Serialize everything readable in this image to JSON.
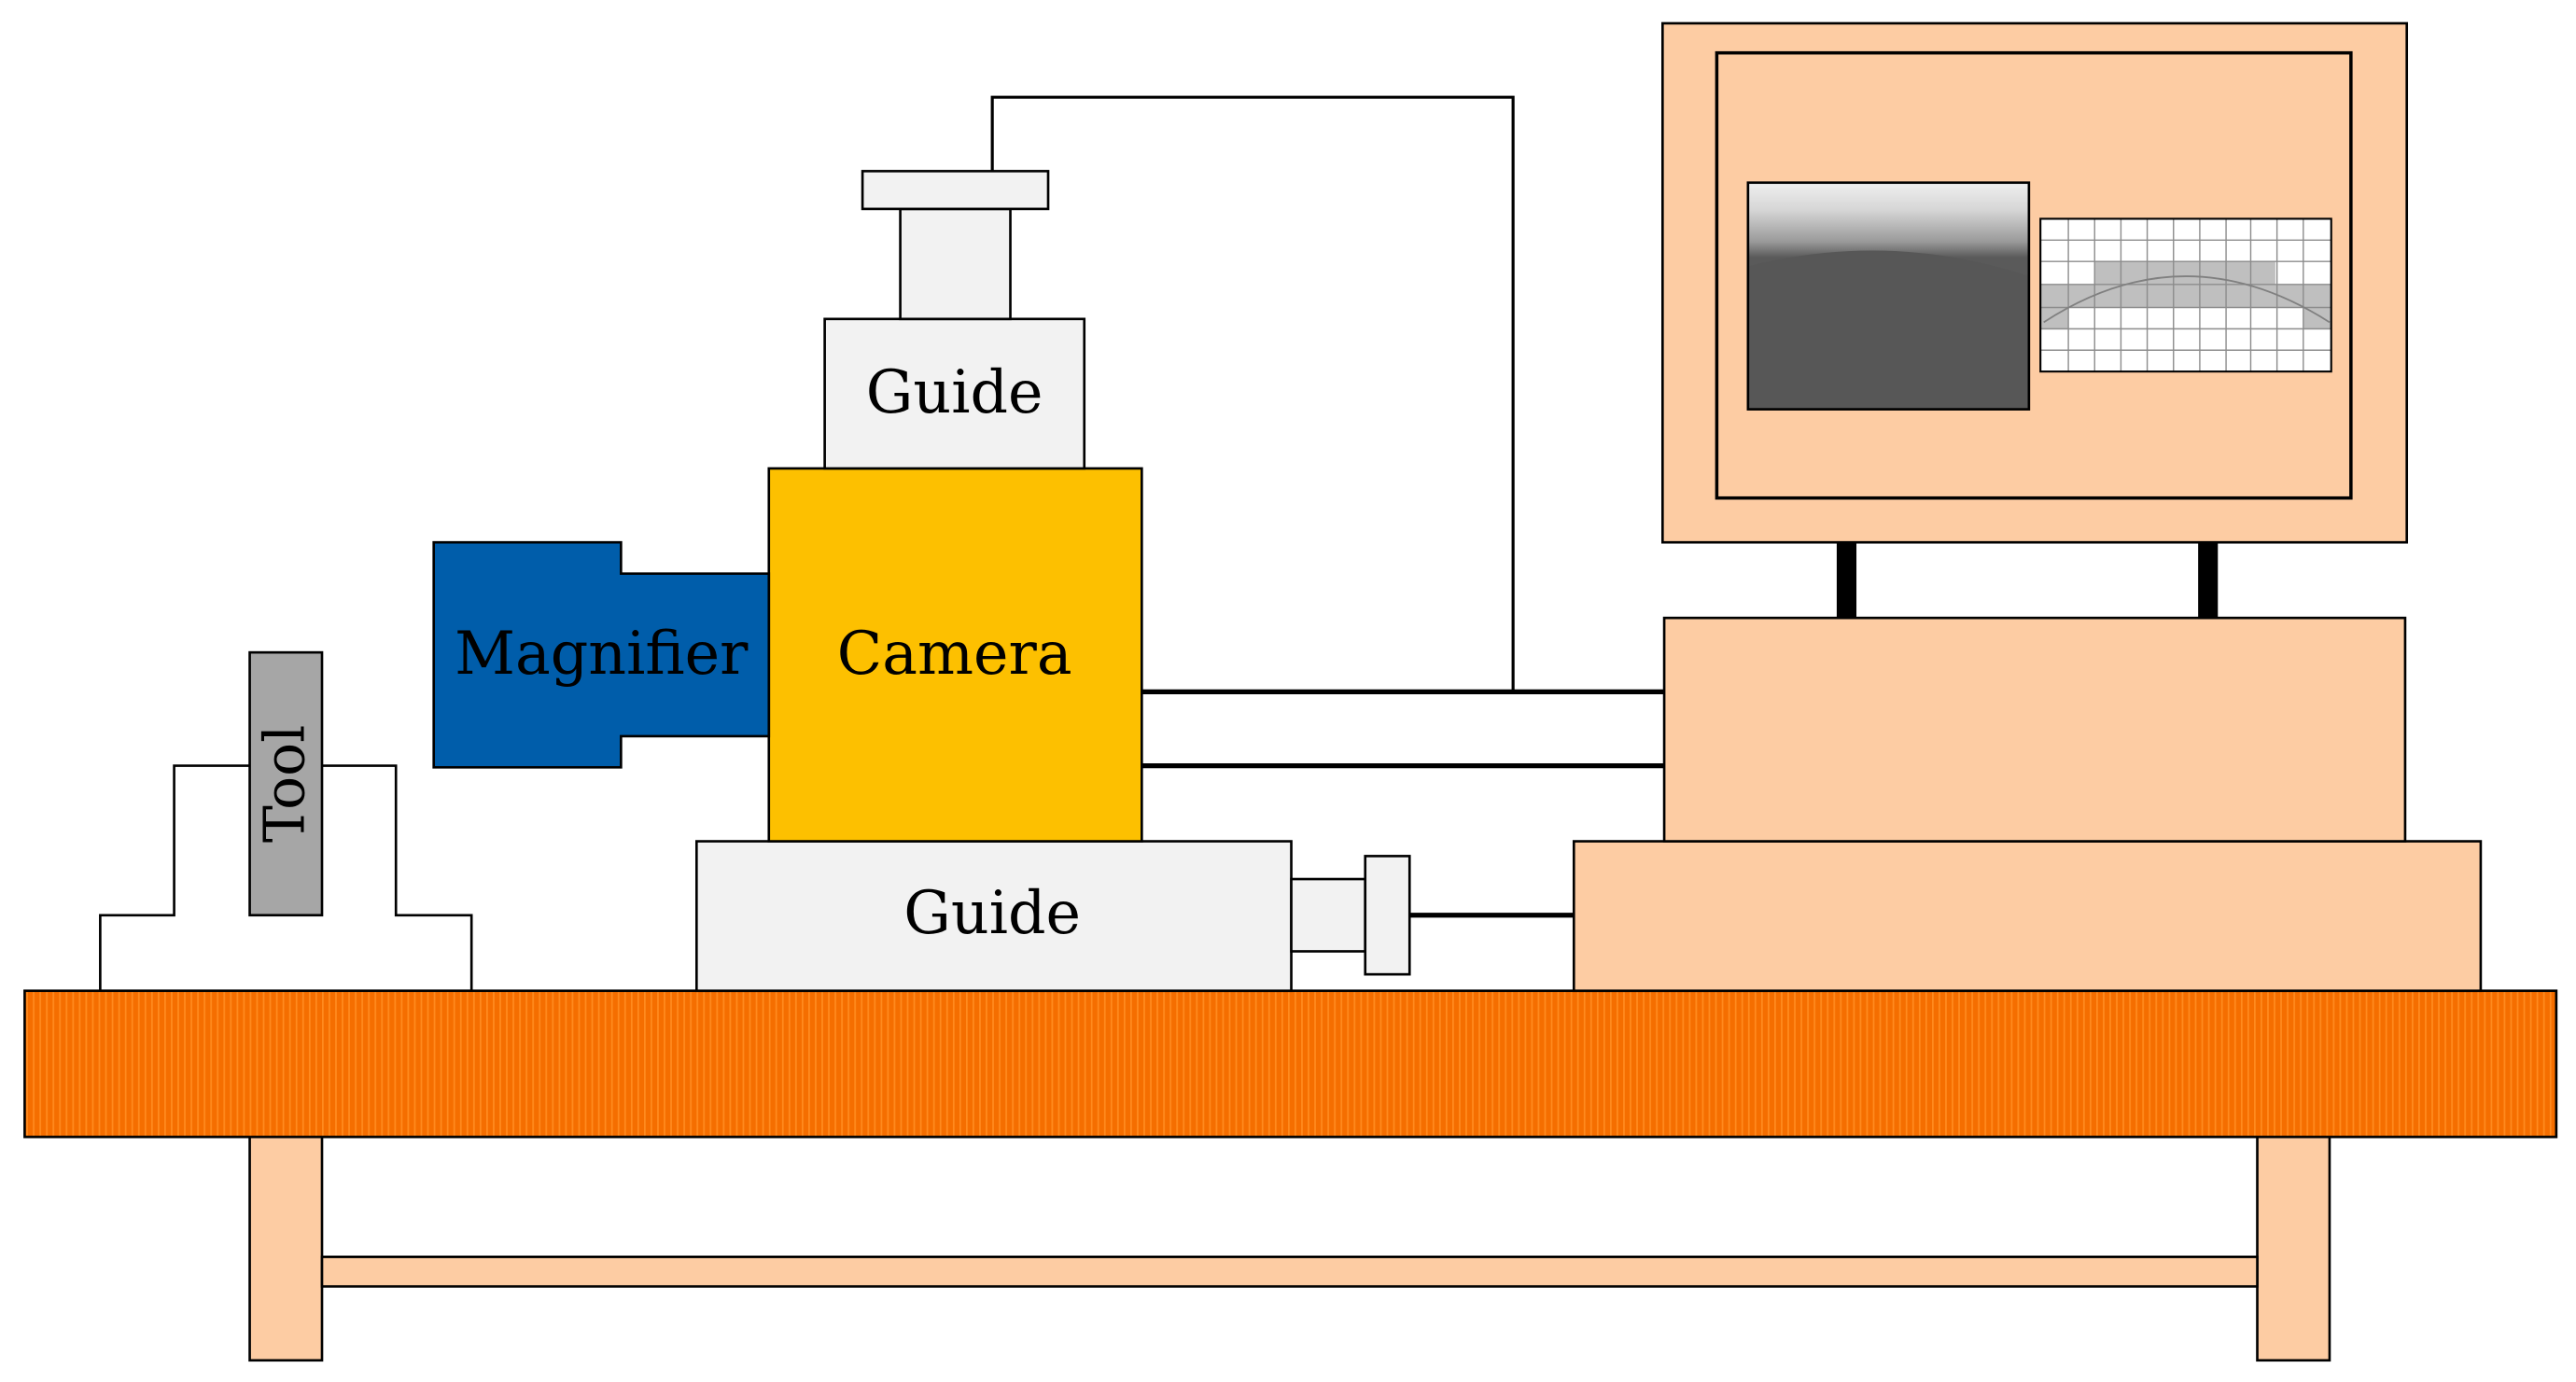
{
  "labels": {
    "tool": "Tool",
    "magnifier": "Magnifier",
    "camera": "Camera",
    "guide_vertical": "Guide",
    "guide_horizontal": "Guide"
  },
  "colors": {
    "camera": "#fdc000",
    "magnifier": "#005daa",
    "guide": "#f2f2f2",
    "tool": "#a6a6a6",
    "table_top": "#f56e00",
    "table_top_stripe": "#ff8a1e",
    "computer": "#fdcca3",
    "legs": "#fdcca3",
    "stroke": "#000000"
  }
}
